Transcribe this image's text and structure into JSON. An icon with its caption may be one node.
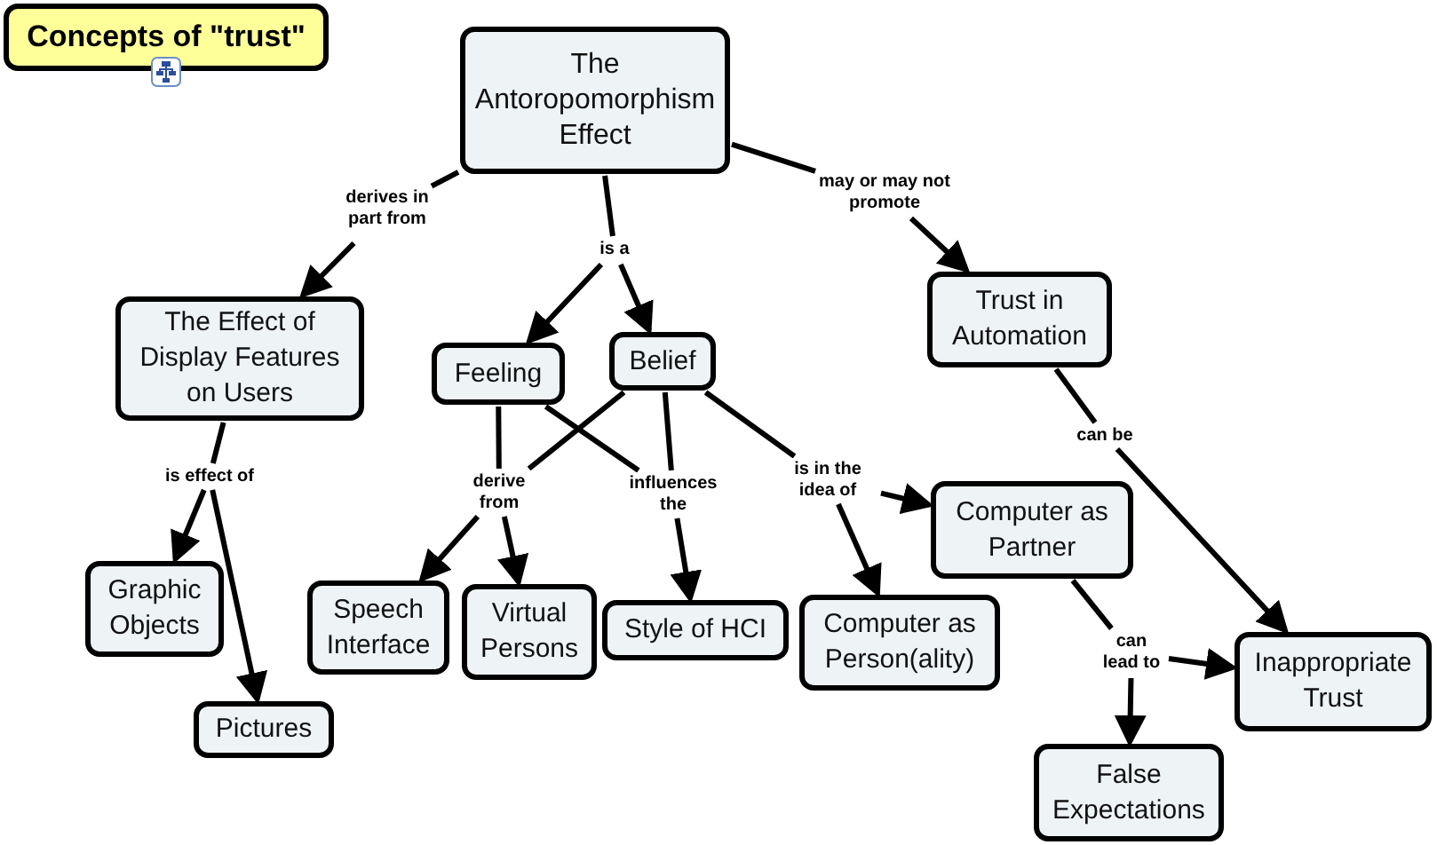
{
  "diagram": {
    "title": "Concepts of \"trust\"",
    "nodes": [
      {
        "text": [
          "The Antoropomorphism Effect"
        ]
      },
      {
        "text": [
          "The Effect of Display Features on Users"
        ]
      },
      {
        "text": [
          "Feeling"
        ]
      },
      {
        "text": [
          "Belief"
        ]
      },
      {
        "text": [
          "Trust in Automation"
        ]
      },
      {
        "text": [
          "Graphic Objects"
        ]
      },
      {
        "text": [
          "Pictures"
        ]
      },
      {
        "text": [
          "Speech Interface"
        ]
      },
      {
        "text": [
          "Virtual Persons"
        ]
      },
      {
        "text": [
          "Style of HCI"
        ]
      },
      {
        "text": [
          "Computer as Person(ality)"
        ]
      },
      {
        "text": [
          "Computer as Partner"
        ]
      },
      {
        "text": [
          "Inappropriate Trust"
        ]
      },
      {
        "text": [
          "False Expectations"
        ]
      },
      {
        "text": [
          "derives in part from"
        ]
      },
      {
        "text": [
          "is a"
        ]
      },
      {
        "text": [
          "may or may not promote"
        ]
      },
      {
        "text": [
          "is effect of"
        ]
      },
      {
        "text": [
          "derive from"
        ]
      },
      {
        "text": [
          "influences the"
        ]
      },
      {
        "text": [
          "is in the idea of"
        ]
      },
      {
        "text": [
          "can be"
        ]
      },
      {
        "text": [
          "can lead to"
        ]
      }
    ],
    "edges": [
      {
        "from": 0,
        "to": 14,
        "arrow": "none"
      },
      {
        "from": 14,
        "to": 1,
        "arrow": "to"
      },
      {
        "from": 0,
        "to": 15,
        "arrow": "none"
      },
      {
        "from": 15,
        "to": 2,
        "arrow": "to"
      },
      {
        "from": 15,
        "to": 3,
        "arrow": "to"
      },
      {
        "from": 0,
        "to": 16,
        "arrow": "none"
      },
      {
        "from": 16,
        "to": 4,
        "arrow": "to"
      },
      {
        "from": 1,
        "to": 17,
        "arrow": "none"
      },
      {
        "from": 17,
        "to": 5,
        "arrow": "to"
      },
      {
        "from": 17,
        "to": 6,
        "arrow": "to"
      },
      {
        "from": 2,
        "to": 18,
        "arrow": "none"
      },
      {
        "from": 3,
        "to": 18,
        "arrow": "none"
      },
      {
        "from": 18,
        "to": 7,
        "arrow": "to"
      },
      {
        "from": 18,
        "to": 8,
        "arrow": "to"
      },
      {
        "from": 2,
        "to": 19,
        "arrow": "none"
      },
      {
        "from": 3,
        "to": 19,
        "arrow": "none"
      },
      {
        "from": 19,
        "to": 9,
        "arrow": "to"
      },
      {
        "from": 3,
        "to": 20,
        "arrow": "none"
      },
      {
        "from": 20,
        "to": 10,
        "arrow": "to"
      },
      {
        "from": 20,
        "to": 11,
        "arrow": "to"
      },
      {
        "from": 4,
        "to": 21,
        "arrow": "none"
      },
      {
        "from": 21,
        "to": 12,
        "arrow": "to"
      },
      {
        "from": 11,
        "to": 22,
        "arrow": "none"
      },
      {
        "from": 22,
        "to": 13,
        "arrow": "to"
      },
      {
        "from": 22,
        "to": 12,
        "arrow": "to"
      }
    ]
  }
}
